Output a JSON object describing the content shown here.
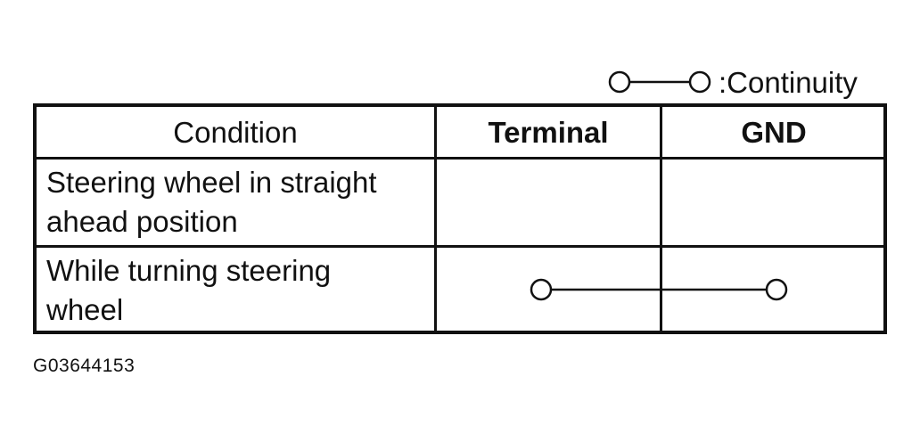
{
  "legend": {
    "symbol": "continuity-symbol",
    "label": ":Continuity"
  },
  "table": {
    "headers": {
      "condition": "Condition",
      "terminal": "Terminal",
      "gnd": "GND"
    },
    "rows": [
      {
        "condition_line1": "Steering wheel in straight",
        "condition_line2": "ahead position",
        "continuity": false
      },
      {
        "condition_line1": "While turning steering",
        "condition_line2": "wheel",
        "continuity": true
      }
    ]
  },
  "figure_id": "G03644153"
}
